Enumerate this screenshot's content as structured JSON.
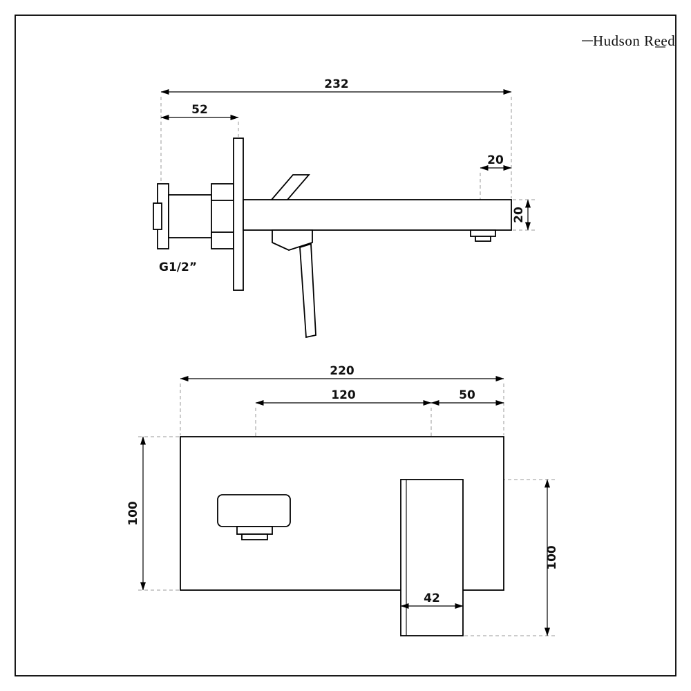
{
  "logo": {
    "brand": "Hudson Reed"
  },
  "drawing": {
    "line_color": "#000000",
    "extension_line_color": "#9a9a9a",
    "background": "#ffffff"
  },
  "side_view": {
    "dim_total_length": "232",
    "dim_wall_depth": "52",
    "dim_aerator_offset": "20",
    "dim_spout_height": "20",
    "thread_label": "G1/2”"
  },
  "front_view": {
    "dim_plate_width": "220",
    "dim_spout_to_handle": "120",
    "dim_handle_to_edge": "50",
    "dim_plate_height": "100",
    "dim_handle_length": "100",
    "dim_handle_width": "42"
  }
}
